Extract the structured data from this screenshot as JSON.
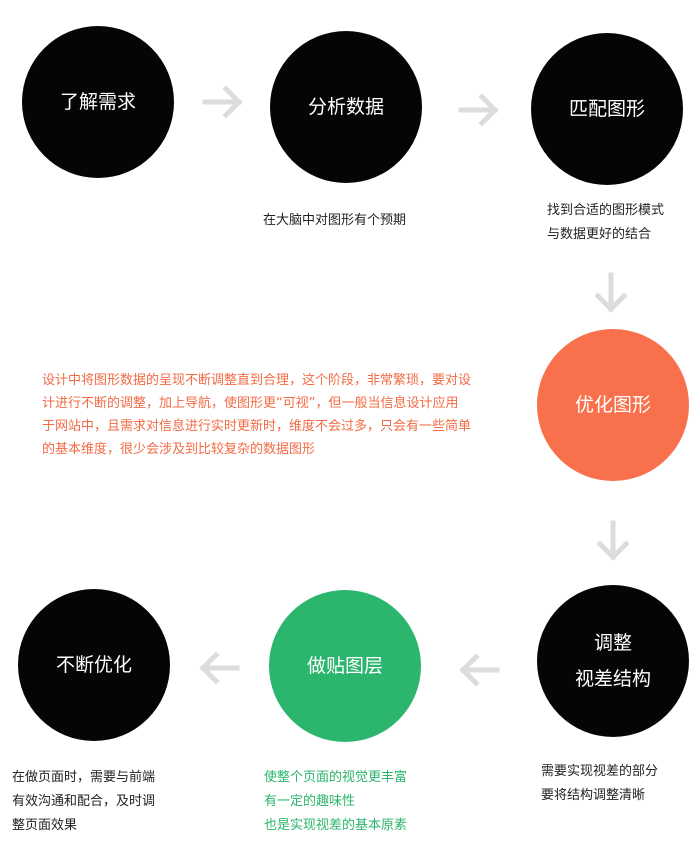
{
  "colors": {
    "black": "#050505",
    "orange": "#f8714c",
    "green": "#2bb56d",
    "arrow": "#dcdcdc",
    "orange_text": "#f26b45"
  },
  "steps": {
    "understand": {
      "label": "了解需求"
    },
    "analyze": {
      "label": "分析数据"
    },
    "match": {
      "label": "匹配图形"
    },
    "optimize": {
      "label": "优化图形"
    },
    "adjust": {
      "line1": "调整",
      "line2": "视差结构"
    },
    "layers": {
      "label": "做贴图层"
    },
    "iterate": {
      "label": "不断优化"
    }
  },
  "notes": {
    "analyze": [
      "在大脑中对图形有个预期"
    ],
    "match": [
      "找到合适的图形模式",
      "与数据更好的结合"
    ],
    "optimize": [
      "设计中将图形数据的呈现不断调整直到合理，这个阶段，非常繁琐，要对设",
      "计进行不断的调整，加上导航，使图形更“可视”，但一般当信息设计应用",
      "于网站中，且需求对信息进行实时更新时，维度不会过多，只会有一些简单",
      "的基本维度，很少会涉及到比较复杂的数据图形"
    ],
    "adjust": [
      "需要实现视差的部分",
      "要将结构调整清晰"
    ],
    "layers": [
      "使整个页面的视觉更丰富",
      "有一定的趣味性",
      "也是实现视差的基本原素"
    ],
    "iterate": [
      "在做页面时，需要与前端",
      "有效沟通和配合，及时调",
      "整页面效果"
    ]
  },
  "icons": {
    "right": "arrow-right-icon",
    "down": "arrow-down-icon",
    "left": "arrow-left-icon"
  }
}
